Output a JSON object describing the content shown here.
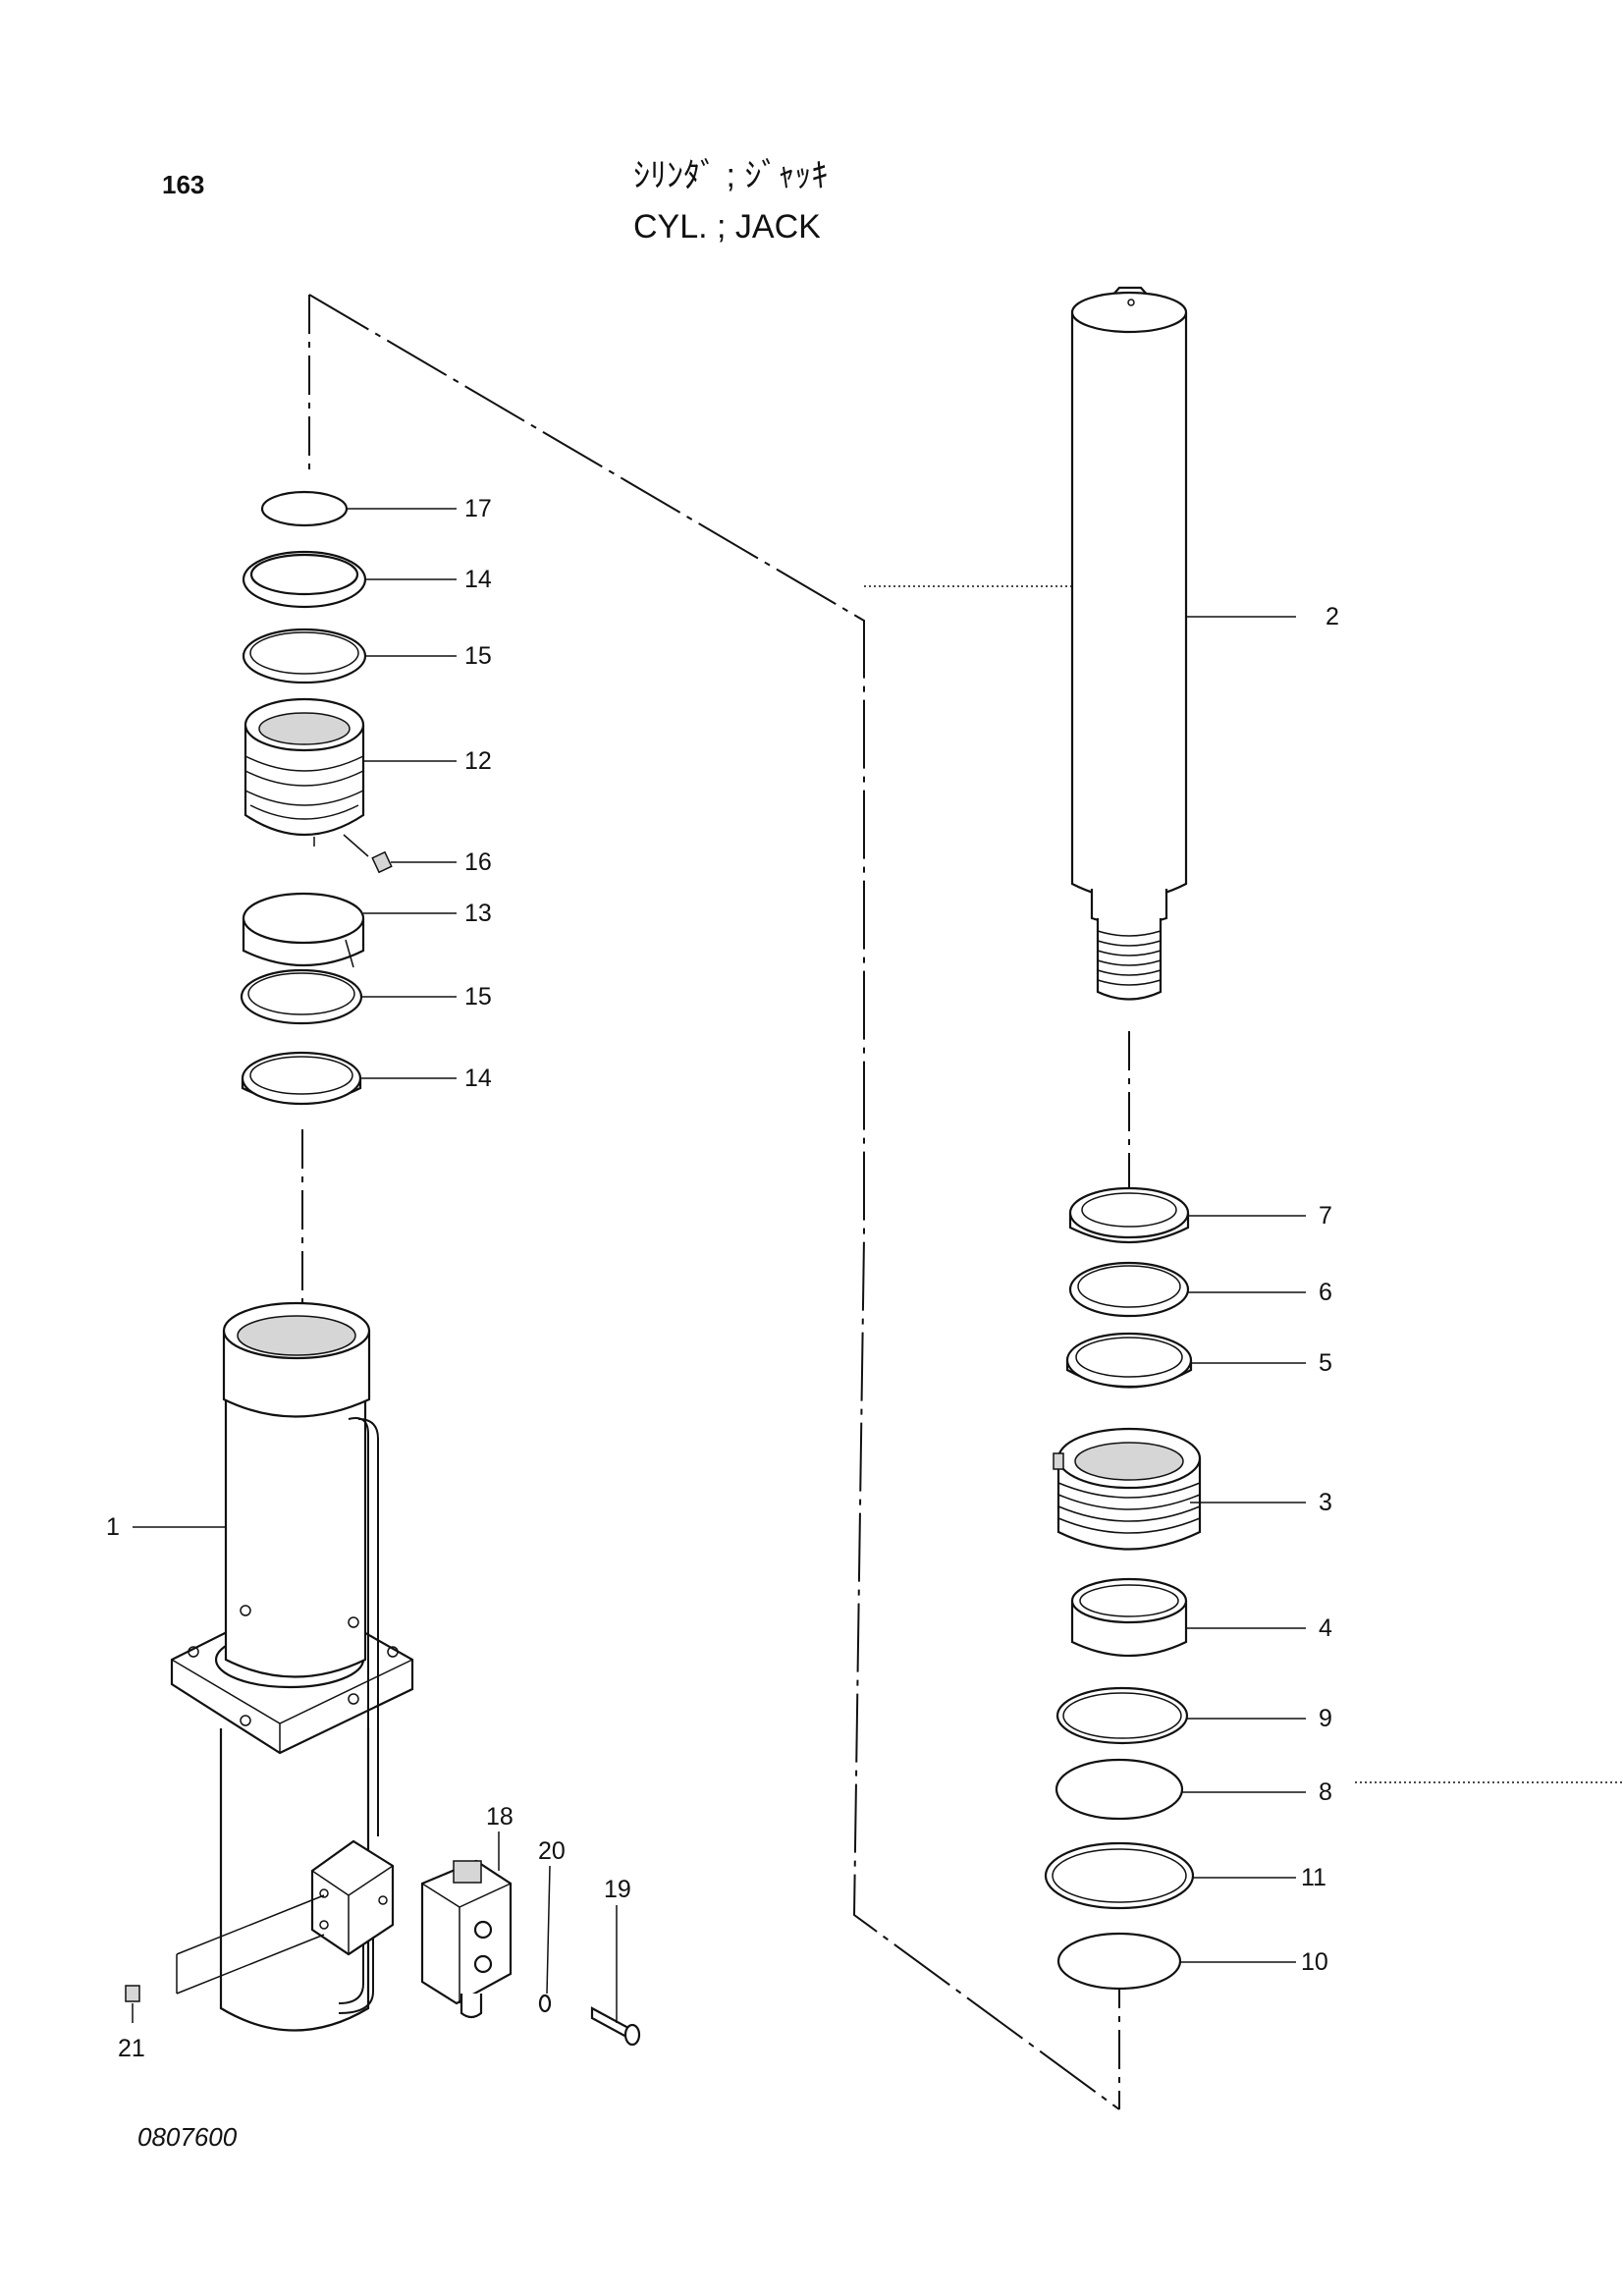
{
  "header": {
    "page_number": "163",
    "title_jp": "ｼﾘﾝﾀﾞ ; ｼﾞｬｯｷ",
    "title_en": "CYL. ; JACK"
  },
  "figure_number": "0807600",
  "part_labels": [
    "17",
    "14",
    "15",
    "12",
    "16",
    "13",
    "15",
    "14",
    "1",
    "18",
    "20",
    "19",
    "21",
    "2",
    "7",
    "6",
    "5",
    "3",
    "4",
    "9",
    "8",
    "11",
    "10"
  ]
}
